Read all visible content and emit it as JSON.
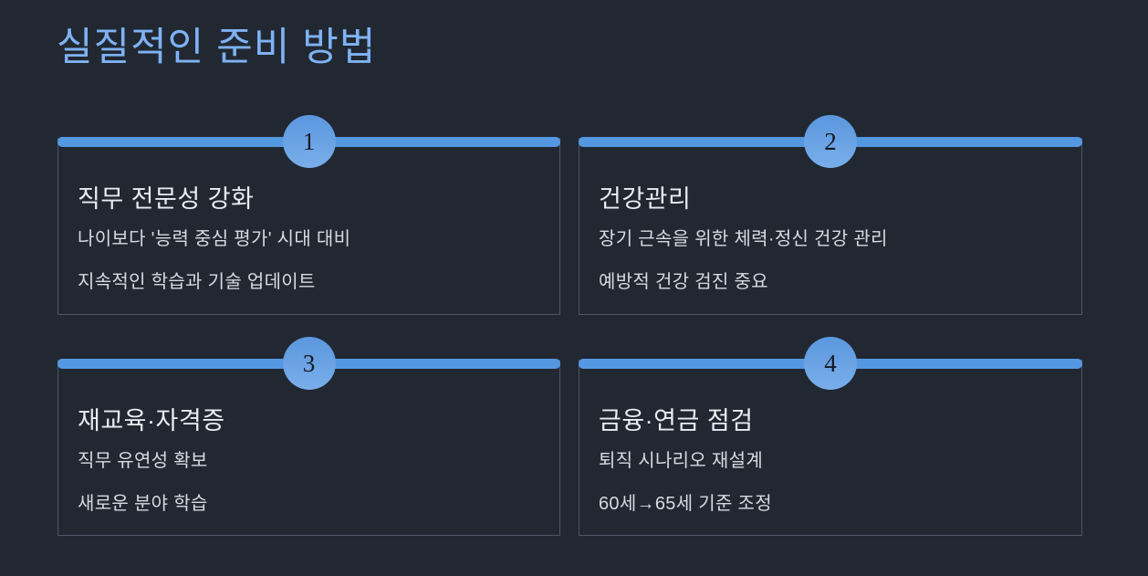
{
  "page": {
    "title": "실질적인 준비 방법"
  },
  "colors": {
    "background": "#212832",
    "accent_blue": "#5598e2",
    "title_blue": "#7fb2f4",
    "card_border": "#4e5666",
    "heading_text": "#e9edf2",
    "body_text": "#d6dbe2",
    "badge_text": "#141a24",
    "badge_top": "#5b97de",
    "badge_bottom": "#79aeea"
  },
  "cards": [
    {
      "number": "1",
      "title": "직무 전문성 강화",
      "lines": [
        "나이보다 '능력 중심 평가' 시대 대비",
        "지속적인 학습과 기술 업데이트"
      ]
    },
    {
      "number": "2",
      "title": "건강관리",
      "lines": [
        "장기 근속을 위한 체력·정신 건강 관리",
        "예방적 건강 검진 중요"
      ]
    },
    {
      "number": "3",
      "title": "재교육·자격증",
      "lines": [
        "직무 유연성 확보",
        "새로운 분야 학습"
      ]
    },
    {
      "number": "4",
      "title": "금융·연금 점검",
      "lines": [
        "퇴직 시나리오 재설계",
        "60세→65세 기준 조정"
      ]
    }
  ]
}
